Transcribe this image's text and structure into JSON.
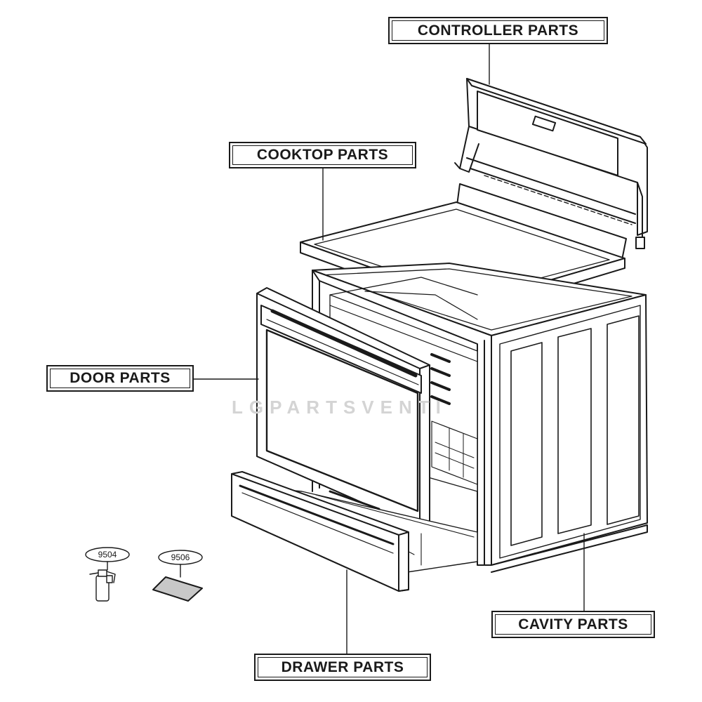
{
  "callouts": {
    "controller": "CONTROLLER PARTS",
    "cooktop": "COOKTOP PARTS",
    "door": "DOOR PARTS",
    "cavity": "CAVITY PARTS",
    "drawer": "DRAWER PARTS"
  },
  "accessories": {
    "spray_bottle_no": "9504",
    "scraper_pad_no": "9506"
  },
  "colors": {
    "line": "#1a1a1a",
    "panel_shade": "#c8c8c8",
    "background": "#ffffff"
  },
  "icons": [
    "spray-bottle-icon",
    "scraper-pad-icon"
  ]
}
